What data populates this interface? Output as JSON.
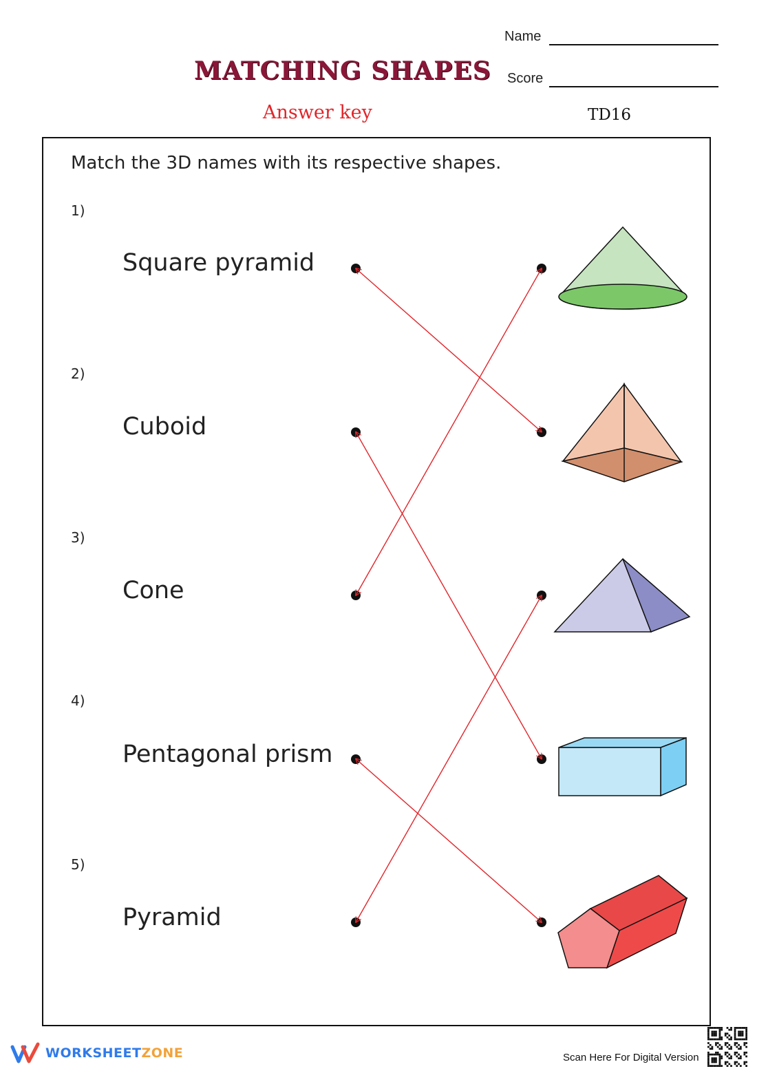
{
  "header": {
    "title": "Matching Shapes",
    "subtitle": "Answer key",
    "name_label": "Name",
    "score_label": "Score",
    "code": "TD16"
  },
  "instruction": "Match the 3D names with its respective shapes.",
  "items": [
    {
      "number": "1)",
      "name": "Square pyramid"
    },
    {
      "number": "2)",
      "name": "Cuboid"
    },
    {
      "number": "3)",
      "name": "Cone"
    },
    {
      "number": "4)",
      "name": "Pentagonal prism"
    },
    {
      "number": "5)",
      "name": "Pyramid"
    }
  ],
  "shapes": [
    "cone-icon",
    "square-pyramid-icon",
    "pyramid-icon",
    "cuboid-icon",
    "pentagonal-prism-icon"
  ],
  "answer_pairs": [
    [
      0,
      1
    ],
    [
      1,
      3
    ],
    [
      2,
      0
    ],
    [
      3,
      4
    ],
    [
      4,
      2
    ]
  ],
  "colors": {
    "title": "#8a1738",
    "answer": "#e0262b",
    "line": "#e0262b"
  },
  "footer": {
    "brand_a": "WORKSHEET",
    "brand_b": "ZONE",
    "scan_text": "Scan Here For Digital Version"
  }
}
